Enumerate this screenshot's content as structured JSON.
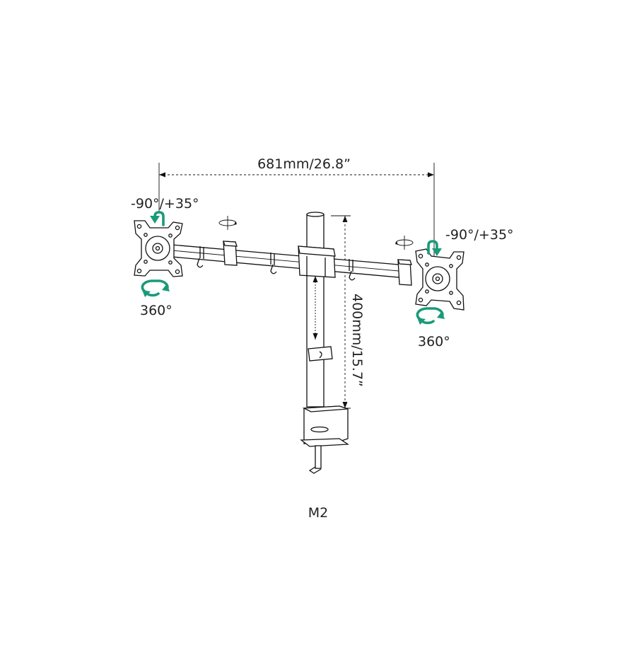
{
  "diagram": {
    "width_label": "681mm/26.8”",
    "height_label": "400mm/15.7”",
    "left_tilt_label": "-90°/+35°",
    "right_tilt_label": "-90°/+35°",
    "left_rotate_label": "360°",
    "right_rotate_label": "360°",
    "model_label": "M2"
  },
  "colors": {
    "line": "#111111",
    "accent_arrow": "#1a9a7a",
    "text": "#222222"
  },
  "icons": [
    "tilt-arrow-icon",
    "rotate-360-arrow-icon",
    "swivel-arrow-icon"
  ]
}
